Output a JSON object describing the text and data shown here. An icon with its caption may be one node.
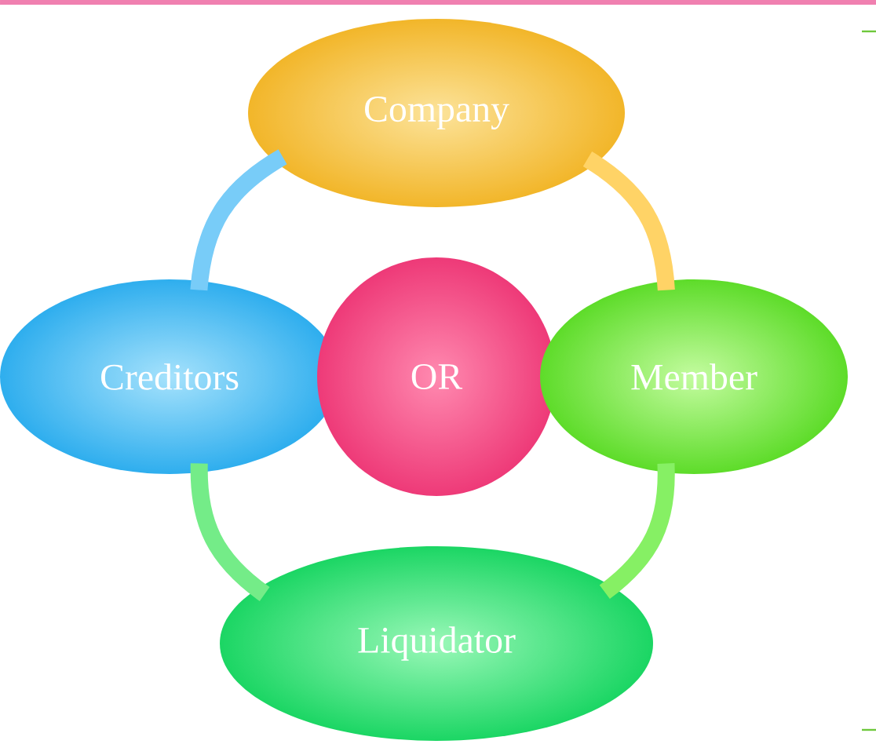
{
  "diagram": {
    "nodes": [
      {
        "text": [
          "Company"
        ]
      },
      {
        "text": [
          "Creditors"
        ]
      },
      {
        "text": [
          "OR"
        ]
      },
      {
        "text": [
          "Member"
        ]
      },
      {
        "text": [
          "Liquidator"
        ]
      }
    ],
    "edges": [
      {
        "from": 0,
        "to": 3,
        "arrow": "none",
        "color": "#ffd366"
      },
      {
        "from": 3,
        "to": 4,
        "arrow": "none",
        "color": "#86f064"
      },
      {
        "from": 4,
        "to": 1,
        "arrow": "none",
        "color": "#74ec88"
      },
      {
        "from": 1,
        "to": 0,
        "arrow": "none",
        "color": "#78ccf8"
      }
    ]
  }
}
